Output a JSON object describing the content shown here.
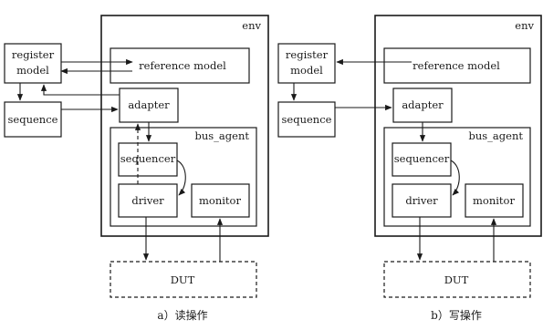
{
  "panels": [
    {
      "id": "a",
      "caption": "a）读操作",
      "env": "env",
      "register_model": [
        "register",
        "model"
      ],
      "reference_model": "reference model",
      "sequence": "sequence",
      "adapter": "adapter",
      "bus_agent": "bus_agent",
      "sequencer": "sequencer",
      "driver": "driver",
      "monitor": "monitor",
      "dut": "DUT"
    },
    {
      "id": "b",
      "caption": "b）写操作",
      "env": "env",
      "register_model": [
        "register",
        "model"
      ],
      "reference_model": "reference model",
      "sequence": "sequence",
      "adapter": "adapter",
      "bus_agent": "bus_agent",
      "sequencer": "sequencer",
      "driver": "driver",
      "monitor": "monitor",
      "dut": "DUT"
    }
  ]
}
